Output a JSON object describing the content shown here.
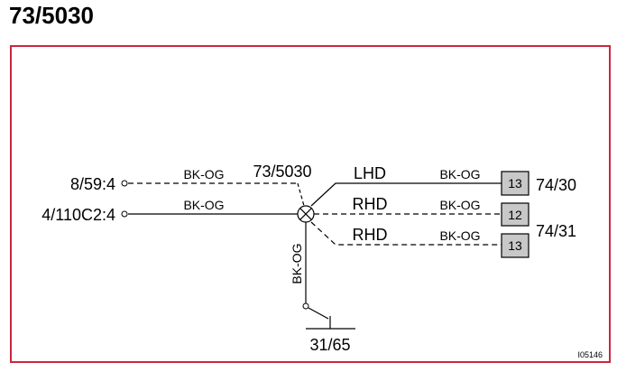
{
  "title": "73/5030",
  "colors": {
    "frame": "#c8283c",
    "pin_fill": "#c8c8c8",
    "line": "#000000"
  },
  "diagram": {
    "left_terminals": [
      "8/59:4",
      "4/110C2:4"
    ],
    "splice_label": "73/5030",
    "wire_color_labels": [
      "BK-OG",
      "BK-OG",
      "BK-OG",
      "BK-OG",
      "BK-OG",
      "BK-OG"
    ],
    "variant_labels": [
      "LHD",
      "RHD",
      "RHD"
    ],
    "pins": [
      "13",
      "12",
      "13"
    ],
    "connectors": [
      "74/30",
      "74/31"
    ],
    "ground_label": "31/65",
    "figure_id": "I05146"
  }
}
